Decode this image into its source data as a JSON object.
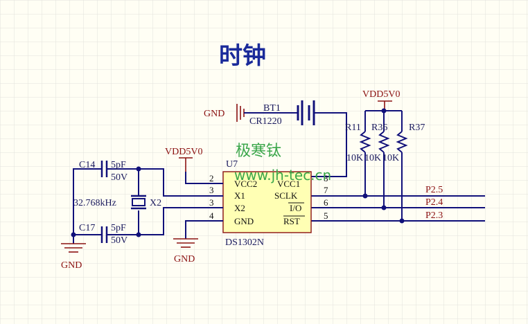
{
  "title": "时钟",
  "watermark": {
    "text_cn": "极寒钛",
    "text_url": "www.jh-tec.cn"
  },
  "colors": {
    "wire": "#10107a",
    "power": "#8a1010",
    "chip_fill": "#ffffb4",
    "watermark": "#3aa64a",
    "grid": "#e2e2dc"
  },
  "battery": {
    "ref": "BT1",
    "value": "CR1220",
    "gnd": "GND"
  },
  "vdd_top": "VDD5V0",
  "vdd_left": "VDD5V0",
  "resistors": [
    {
      "ref": "R11",
      "value": "10K"
    },
    {
      "ref": "R36",
      "value": "10K"
    },
    {
      "ref": "R37",
      "value": "10K"
    }
  ],
  "cap1": {
    "ref": "C14",
    "value": "5pF",
    "voltage": "50V"
  },
  "cap2": {
    "ref": "C17",
    "value": "5pF",
    "voltage": "50V"
  },
  "crystal": {
    "ref": "X2",
    "freq": "32.768kHz"
  },
  "gnd_left": "GND",
  "gnd_mid": "GND",
  "chip": {
    "ref": "U7",
    "part": "DS1302N",
    "left_pins": [
      {
        "num": "2",
        "name": "VCC2"
      },
      {
        "num": "3",
        "name": "X1"
      },
      {
        "num": "3",
        "name": "X2"
      },
      {
        "num": "4",
        "name": "GND"
      }
    ],
    "right_pins": [
      {
        "num": "8",
        "name": "VCC1"
      },
      {
        "num": "7",
        "name": "SCLK"
      },
      {
        "num": "6",
        "name": "I/O"
      },
      {
        "num": "5",
        "name": "RST"
      }
    ]
  },
  "nets": [
    "P2.5",
    "P2.4",
    "P2.3"
  ]
}
